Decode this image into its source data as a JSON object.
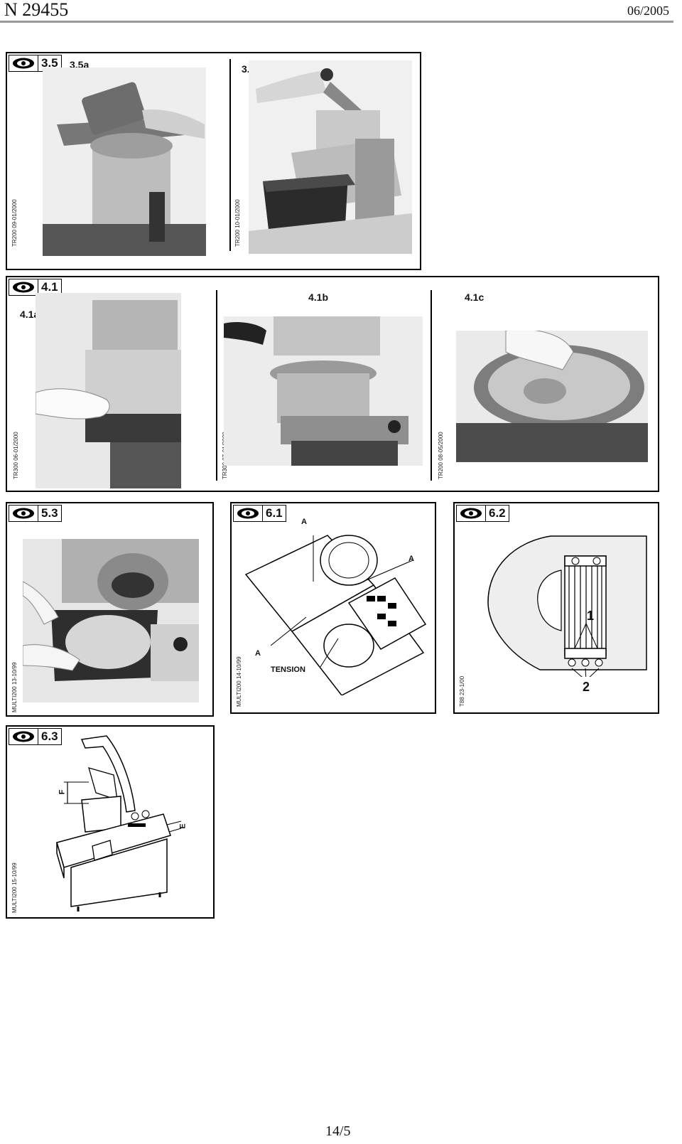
{
  "header": {
    "doc_number": "N 29455",
    "date": "06/2005"
  },
  "footer": {
    "page": "14/5"
  },
  "figures": {
    "fig35": {
      "tag": "3.5",
      "sub_a": "3.5a",
      "sub_b": "3.5b",
      "code_a": "TR200 09-01/2000",
      "code_b": "TR200 10-01/2000"
    },
    "fig41": {
      "tag": "4.1",
      "sub_a": "4.1a",
      "sub_b": "4.1b",
      "sub_c": "4.1c",
      "code_a": "TR300 06-01/2000",
      "code_b": "TR300 07-01/2000",
      "code_c": "TR200 08-05/2000"
    },
    "fig53": {
      "tag": "5.3",
      "code": "MULTI200 13-10/99"
    },
    "fig61": {
      "tag": "6.1",
      "label_a": "A",
      "label_tension": "TENSION",
      "code": "MULTI200 14-10/99"
    },
    "fig62": {
      "tag": "6.2",
      "label_1": "1",
      "label_2": "2",
      "code": "T88 23-1/00"
    },
    "fig63": {
      "tag": "6.3",
      "label_f": "F",
      "label_e": "E",
      "code": "MULTI200 15-10/99"
    }
  }
}
